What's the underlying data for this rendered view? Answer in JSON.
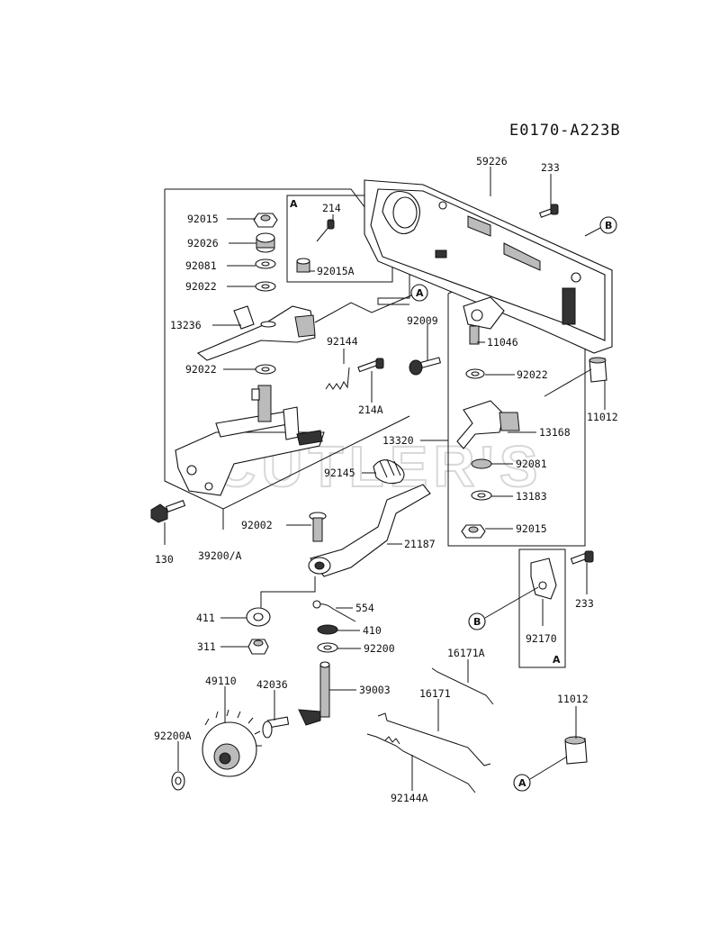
{
  "diagram_code": "E0170-A223B",
  "watermark": "CUTLER'S",
  "box_tag_a": "A",
  "callouts": {
    "a": "A",
    "b": "B"
  },
  "labels": {
    "p59226": "59226",
    "p233_top": "233",
    "p92015": "92015",
    "p92026": "92026",
    "p92081_left": "92081",
    "p92022_top": "92022",
    "p13236": "13236",
    "p92022_mid": "92022",
    "p214": "214",
    "p92015A": "92015A",
    "p92144": "92144",
    "p214A": "214A",
    "p92009": "92009",
    "p11046": "11046",
    "p92022_right": "92022",
    "p11012_top": "11012",
    "p13320": "13320",
    "p13168": "13168",
    "p92145": "92145",
    "p92081_right": "92081",
    "p13183": "13183",
    "p92015_right": "92015",
    "p130": "130",
    "p39200A": "39200/A",
    "p92002": "92002",
    "p21187": "21187",
    "p233_right": "233",
    "p92170": "92170",
    "p554": "554",
    "p411": "411",
    "p410": "410",
    "p311": "311",
    "p92200": "92200",
    "p16171A": "16171A",
    "p49110": "49110",
    "p42036": "42036",
    "p39003": "39003",
    "p16171": "16171",
    "p11012_bottom": "11012",
    "p92200A": "92200A",
    "p92144A": "92144A"
  }
}
